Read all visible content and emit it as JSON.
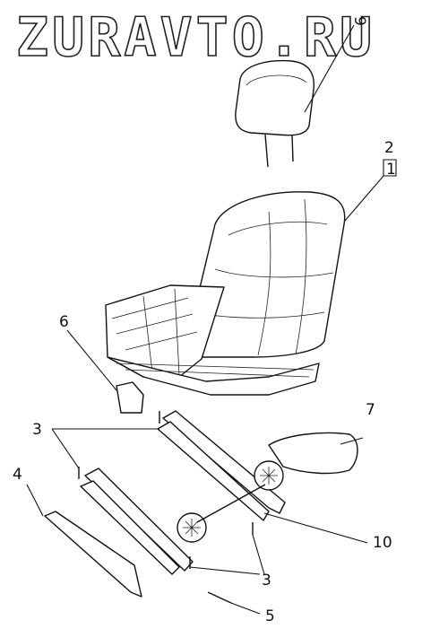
{
  "watermark": "ZURAVTO.RU",
  "callouts": {
    "c1": "1",
    "c2": "2",
    "c3a": "3",
    "c3b": "3",
    "c4": "4",
    "c5": "5",
    "c6": "6",
    "c7": "7",
    "c9": "9",
    "c10": "10"
  },
  "colors": {
    "line": "#111111",
    "background": "#ffffff"
  }
}
